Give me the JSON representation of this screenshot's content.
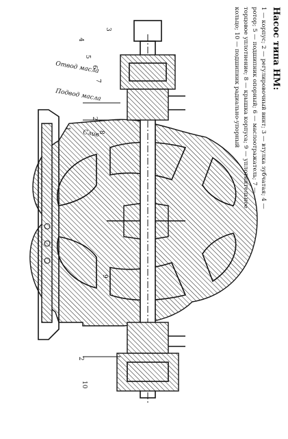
{
  "document": {
    "title": "Насос типа НМ:",
    "caption": "1 — корпус; 2 — регулировочный винт; 3 — втулка зубчатая; 4 — ротор; 5 — подшипник опорный; 6 — маслоотражатель; 7 — торцовое уплотнение; 8 — крышка корпуса; 9 — уплотнительное кольцо; 10 — подшипник радиально-упорный"
  },
  "drawing": {
    "labels": {
      "drain": "Слив",
      "oil_in": "Подвод масла",
      "oil_out": "Отвод масла"
    },
    "part_numbers": [
      "1",
      "2",
      "2",
      "3",
      "4",
      "5",
      "6",
      "7",
      "8",
      "9",
      "10"
    ]
  }
}
